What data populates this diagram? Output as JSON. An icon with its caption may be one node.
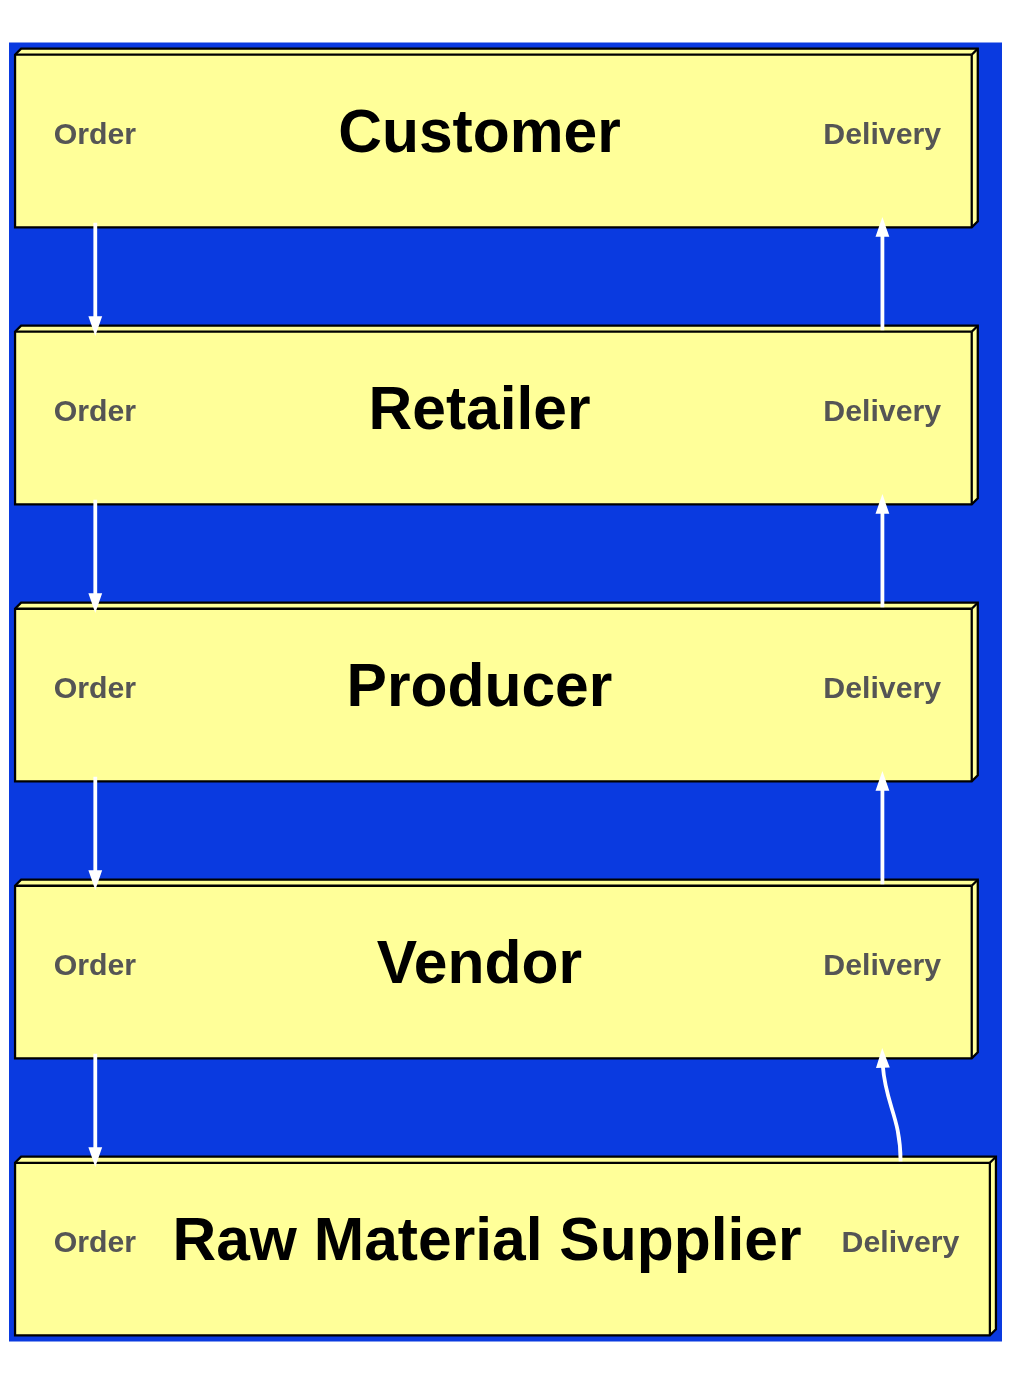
{
  "diagram": {
    "nodes": [
      {
        "text": [
          "Order",
          "Customer",
          "Delivery"
        ]
      },
      {
        "text": [
          "Order",
          "Retailer",
          "Delivery"
        ]
      },
      {
        "text": [
          "Order",
          "Producer",
          "Delivery"
        ]
      },
      {
        "text": [
          "Order",
          "Vendor",
          "Delivery"
        ]
      },
      {
        "text": [
          "Order",
          "Raw Material Supplier",
          "Delivery"
        ]
      }
    ],
    "edges": [
      {
        "from": 0,
        "to": 1,
        "arrow": "to"
      },
      {
        "from": 1,
        "to": 2,
        "arrow": "to"
      },
      {
        "from": 2,
        "to": 3,
        "arrow": "to"
      },
      {
        "from": 3,
        "to": 4,
        "arrow": "to"
      },
      {
        "from": 1,
        "to": 0,
        "arrow": "to"
      },
      {
        "from": 2,
        "to": 1,
        "arrow": "to"
      },
      {
        "from": 3,
        "to": 2,
        "arrow": "to"
      },
      {
        "from": 4,
        "to": 3,
        "arrow": "to"
      }
    ]
  }
}
